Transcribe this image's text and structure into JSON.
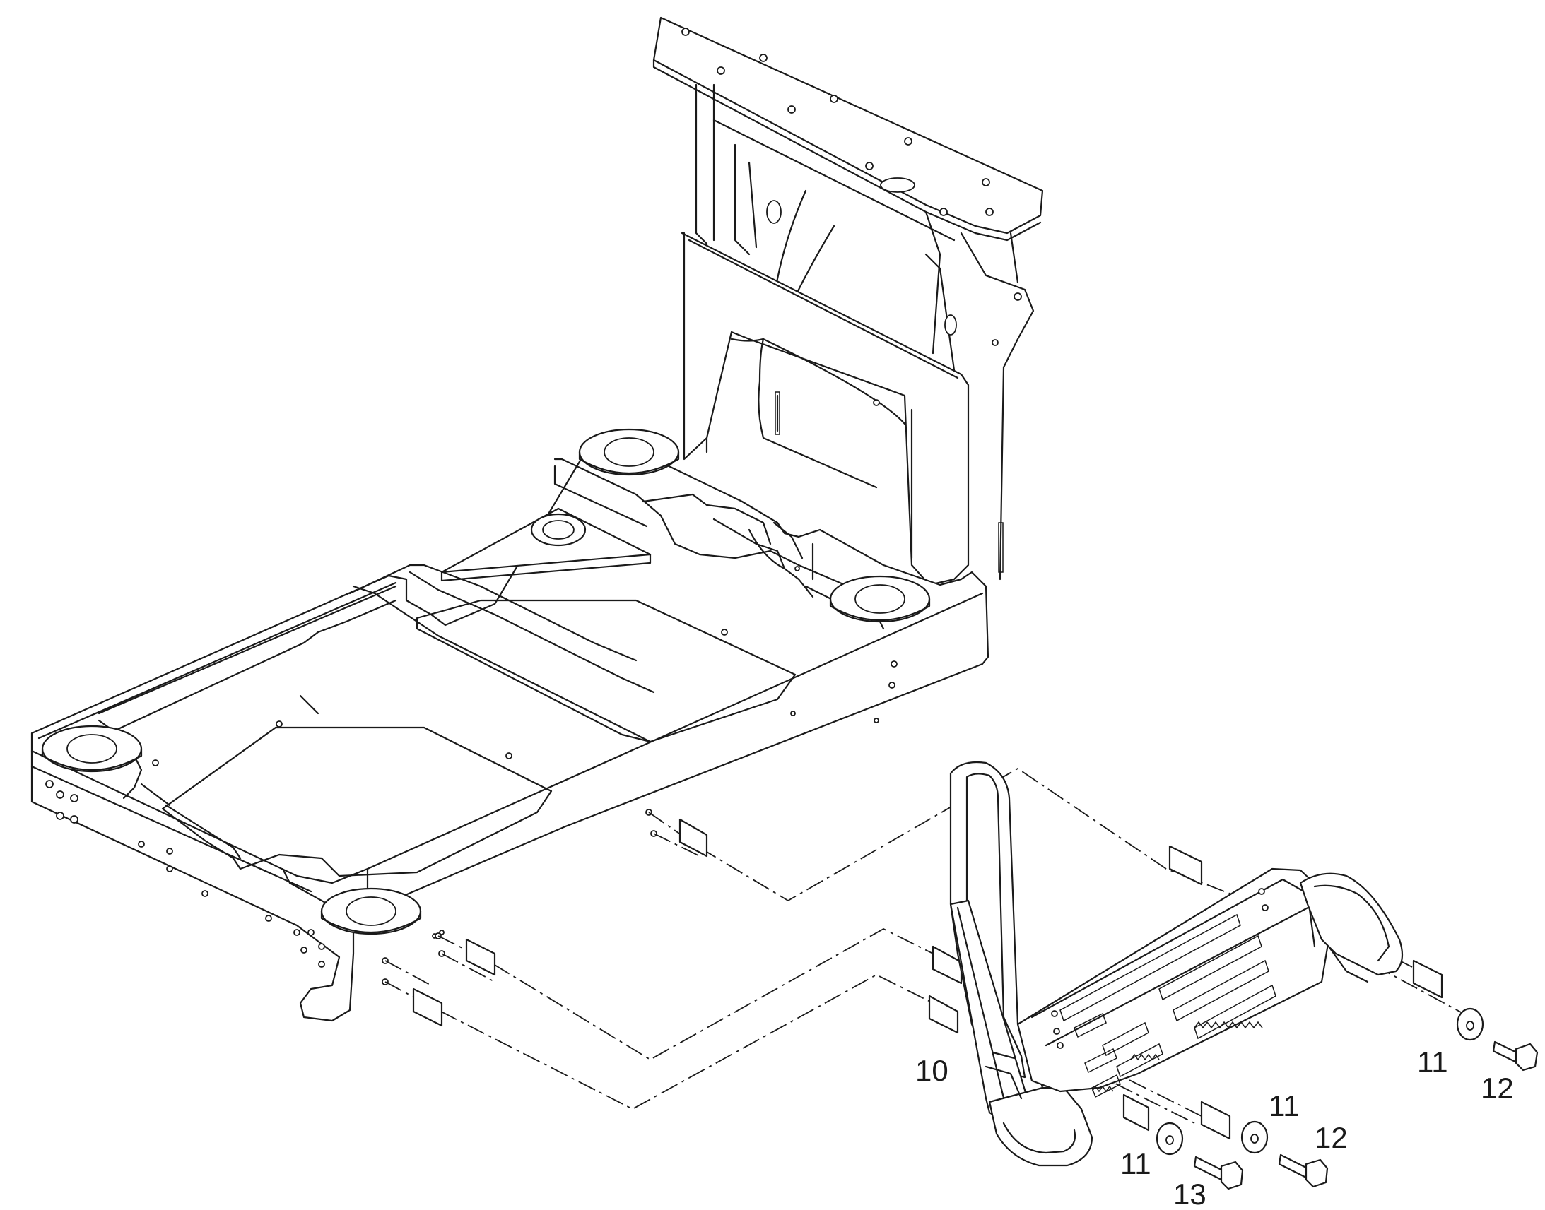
{
  "diagram": {
    "callouts": [
      {
        "id": "c10",
        "text": "10"
      },
      {
        "id": "c11a",
        "text": "11"
      },
      {
        "id": "c12a",
        "text": "12"
      },
      {
        "id": "c11b",
        "text": "11"
      },
      {
        "id": "c12b",
        "text": "12"
      },
      {
        "id": "c11c",
        "text": "11"
      },
      {
        "id": "c13",
        "text": "13"
      }
    ]
  }
}
